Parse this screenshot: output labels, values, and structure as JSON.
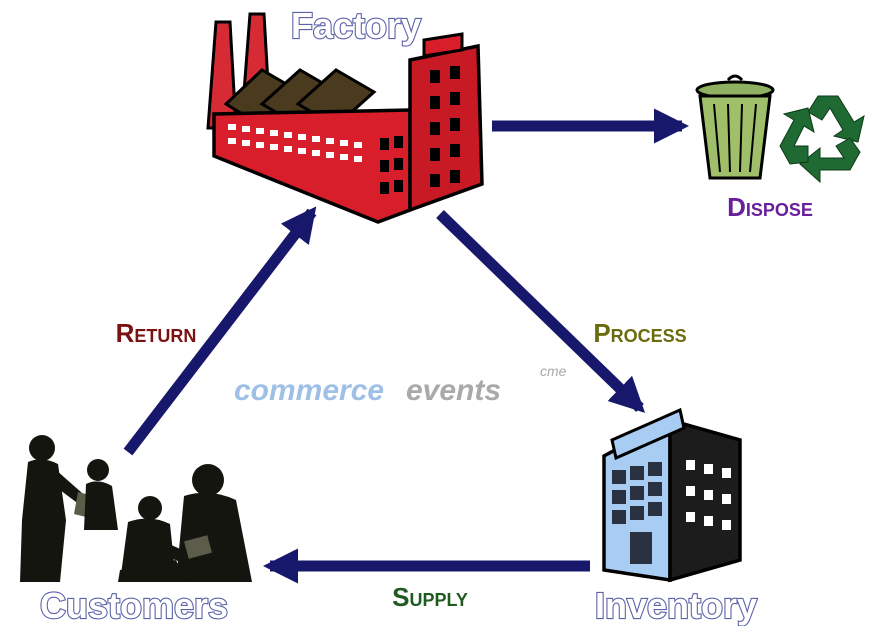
{
  "nodes": {
    "factory": "Factory",
    "customers": "Customers",
    "inventory": "Inventory"
  },
  "flows": {
    "dispose": "Dispose",
    "return": "Return",
    "process": "Process",
    "supply": "Supply"
  },
  "watermark": {
    "part1": "commerce",
    "part2": "events",
    "superscript": "cme"
  },
  "colors": {
    "arrow": "#17176b",
    "dispose": "#6a1f9a",
    "return": "#7a1212",
    "process": "#6b6b10",
    "supply": "#1f5a1f",
    "factory": "#d81e2a",
    "bin": "#9fbf6a",
    "recycle": "#1f6a32",
    "building": "#a9cdf2"
  }
}
